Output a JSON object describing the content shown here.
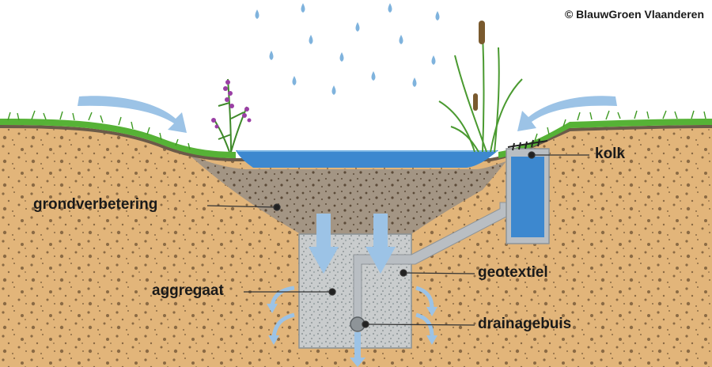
{
  "copyright": "© BlauwGroen Vlaanderen",
  "labels": {
    "kolk": "kolk",
    "grondverbetering": "grondverbetering",
    "geotextiel": "geotextiel",
    "aggregaat": "aggregaat",
    "drainagebuis": "drainagebuis"
  },
  "colors": {
    "soil": "#e2b57a",
    "improved_soil": "#a39584",
    "water": "#3d88cf",
    "grass": "#56b236",
    "aggregate": "#c9cccd",
    "pipe": "#b9bec3",
    "arrow": "#9cc3e6",
    "rain": "#7fb3dd"
  }
}
